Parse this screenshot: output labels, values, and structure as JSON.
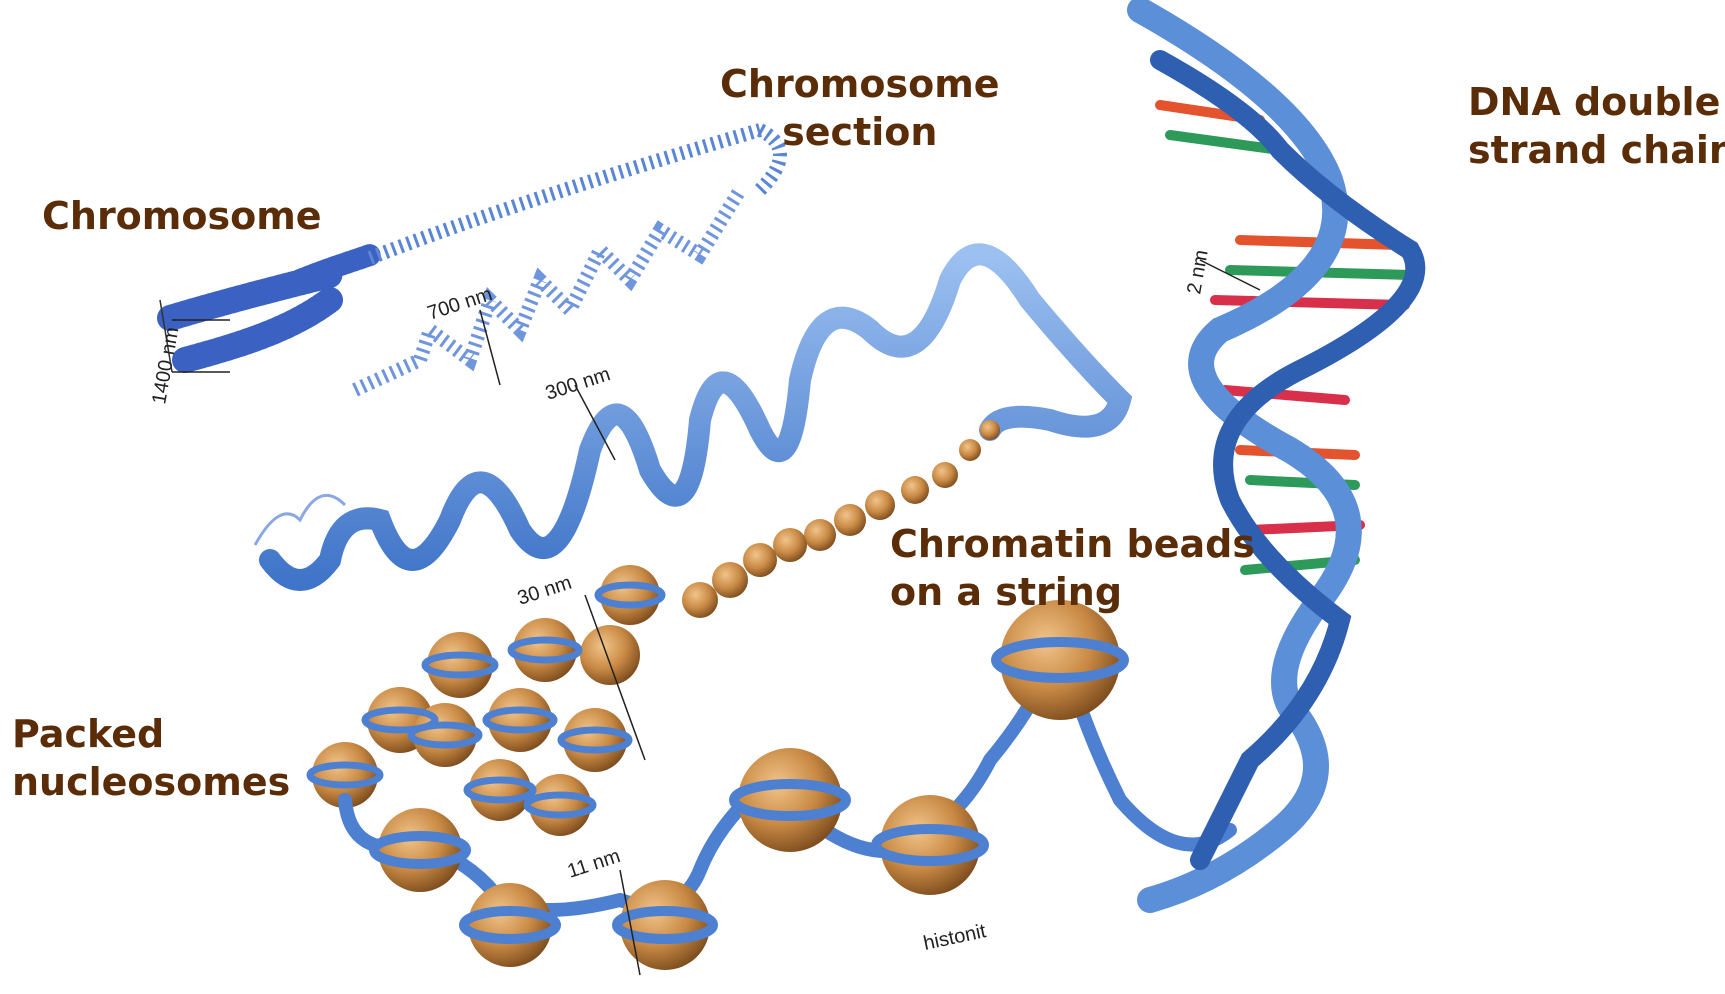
{
  "captions": {
    "chromosome": [
      "Chromosome"
    ],
    "chromosome_section": [
      "Chromosome",
      "section"
    ],
    "dna": [
      "DNA double",
      "strand chain"
    ],
    "chromatin_beads": [
      "Chromatin beads",
      "on a string"
    ],
    "packed_nucleosomes": [
      "Packed",
      "nucleosomes"
    ]
  },
  "scale_labels": {
    "chromosome_width": "1400 nm",
    "section_width": "700 nm",
    "fiber_width": "300 nm",
    "solenoid_width": "30 nm",
    "nucleosome_width": "11 nm",
    "dna_width": "2 nm"
  },
  "histone_label": "histonit",
  "colors": {
    "caption_text": "#5a2d08",
    "dna_strand": "#5b8fd8",
    "dna_strand_dark": "#2f5fb0",
    "histone": "#c98a45",
    "base_pair_colors": [
      "#e2532e",
      "#2e9a5a",
      "#d8304a",
      "#ffffff"
    ]
  }
}
